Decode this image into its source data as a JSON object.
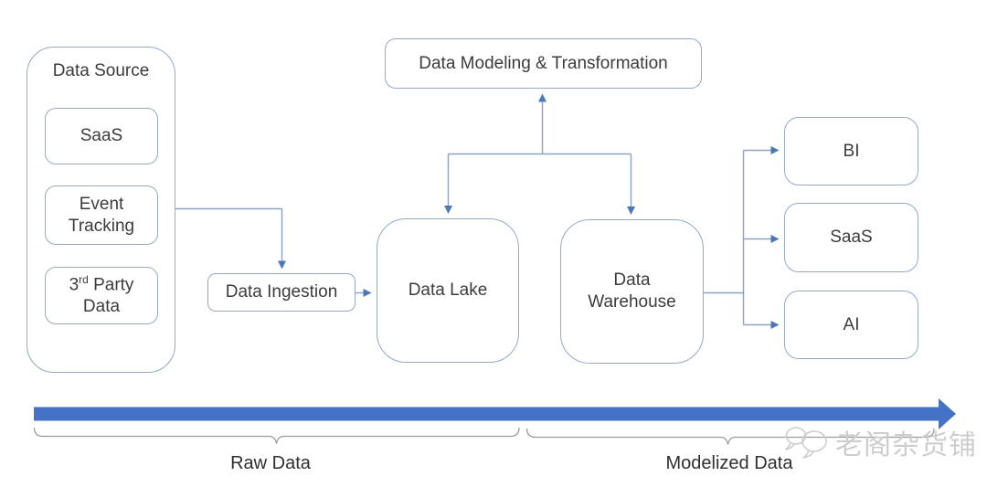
{
  "nodes": {
    "data_source": {
      "title": "Data Source",
      "saas": "SaaS",
      "event_tracking": "Event Tracking",
      "third_party": {
        "base": "3",
        "sup": "rd",
        "rest": " Party Data"
      }
    },
    "modeling": "Data Modeling & Transformation",
    "ingestion": "Data Ingestion",
    "lake": "Data Lake",
    "warehouse": "Data Warehouse",
    "outputs": {
      "bi": "BI",
      "saas": "SaaS",
      "ai": "AI"
    }
  },
  "timeline": {
    "raw": "Raw Data",
    "modelized": "Modelized Data"
  },
  "watermark": {
    "text": "老阁杂货铺",
    "icon": "chat-bubbles-icon"
  },
  "colors": {
    "arrow_blue": "#4472C4",
    "connector_blue": "#8ba2c0",
    "arrowhead_blue": "#4a79b8",
    "box_border": "#93a9c6",
    "brace_gray": "#9b9b9b",
    "text_dark": "#3c3c3c",
    "watermark_gray": "#cdcdcd"
  }
}
